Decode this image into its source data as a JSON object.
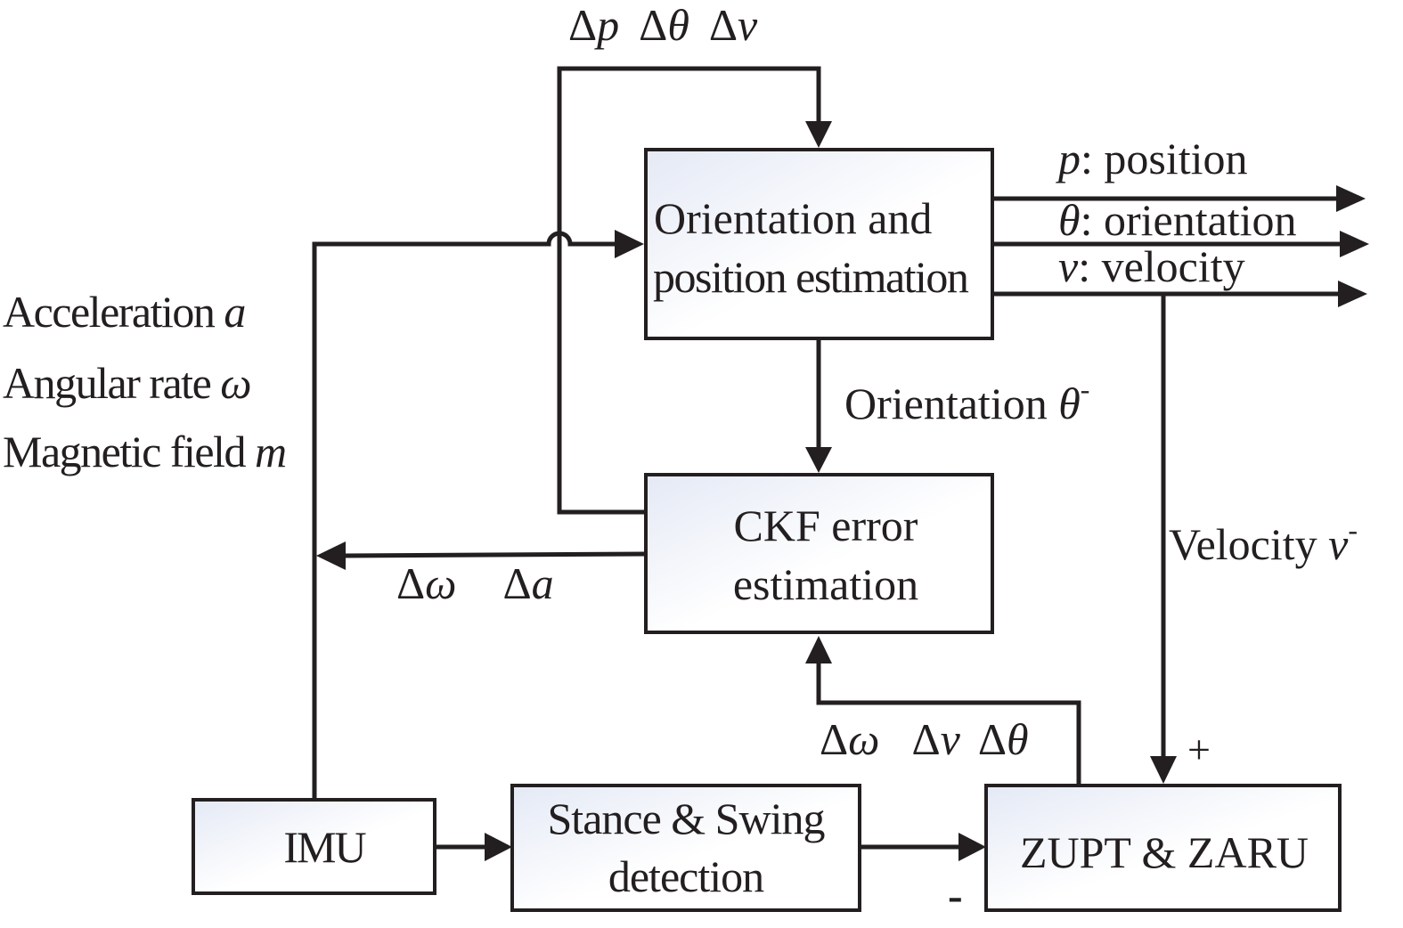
{
  "diagram": {
    "title": "Pedestrian navigation block diagram (CKF + ZUPT/ZARU)",
    "colors": {
      "stroke": "#231f20",
      "box_gradient_start": "#e4e9f5",
      "box_gradient_end": "#ffffff"
    },
    "blocks": {
      "orientation_position": {
        "line1": "Orientation and",
        "line2": "position estimation"
      },
      "ckf": {
        "line1": "CKF error",
        "line2": "estimation"
      },
      "imu": {
        "label": "IMU"
      },
      "stance_swing": {
        "line1": "Stance & Swing",
        "line2": "detection"
      },
      "zupt_zaru": {
        "label": "ZUPT & ZARU"
      }
    },
    "inputs": {
      "acceleration": {
        "text": "Acceleration ",
        "symbol": "a"
      },
      "angular_rate": {
        "text": "Angular rate ",
        "symbol": "ω"
      },
      "magnetic_field": {
        "text": "Magnetic field ",
        "symbol": "m"
      }
    },
    "outputs": {
      "position": {
        "symbol": "p",
        "text": ": position"
      },
      "orientation": {
        "symbol": "θ",
        "text": ": orientation"
      },
      "velocity": {
        "symbol": "v",
        "text": ": velocity"
      }
    },
    "edge_labels": {
      "feedback_top": {
        "d1": "Δ",
        "s1": "p",
        "d2": "Δ",
        "s2": "θ",
        "d3": "Δ",
        "s3": "v"
      },
      "orientation_minus": {
        "text": "Orientation ",
        "symbol": "θ",
        "sup": "-"
      },
      "velocity_minus": {
        "text": "Velocity ",
        "symbol": "v",
        "sup": "-"
      },
      "imu_correction": {
        "d1": "Δ",
        "s1": "ω",
        "d2": "Δ",
        "s2": "a"
      },
      "zupt_feedback": {
        "d1": "Δ",
        "s1": "ω",
        "d2": "Δ",
        "s2": "v",
        "d3": "Δ",
        "s3": "θ"
      },
      "plus_sign": "+",
      "minus_sign": "-"
    }
  }
}
